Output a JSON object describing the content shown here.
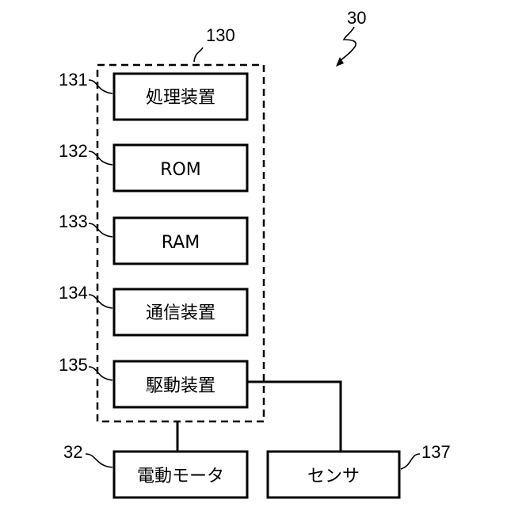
{
  "figure_ref": "30",
  "group": {
    "ref": "130",
    "components": [
      {
        "ref": "131",
        "label": "処理装置"
      },
      {
        "ref": "132",
        "label": "ROM"
      },
      {
        "ref": "133",
        "label": "RAM"
      },
      {
        "ref": "134",
        "label": "通信装置"
      },
      {
        "ref": "135",
        "label": "駆動装置"
      }
    ]
  },
  "motor": {
    "ref": "32",
    "label": "電動モータ"
  },
  "sensor": {
    "ref": "137",
    "label": "センサ"
  }
}
